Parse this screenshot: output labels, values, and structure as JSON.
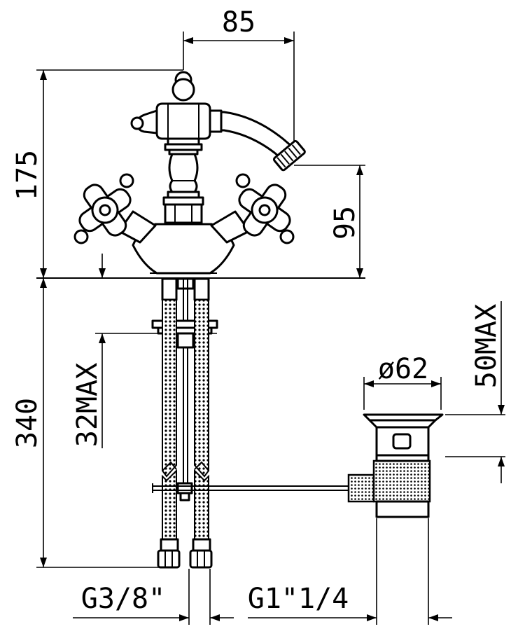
{
  "drawing": {
    "subject": "bidet mixer tap technical drawing",
    "dimensions": {
      "overall_width": "85",
      "overall_height": "175",
      "spout_height": "95",
      "below_deck": "340",
      "deck_thickness": "32MAX",
      "waste_diameter": "ø62",
      "waste_flange": "50MAX",
      "inlet_thread": "G3/8\"",
      "waste_thread": "G1\"1/4"
    }
  }
}
